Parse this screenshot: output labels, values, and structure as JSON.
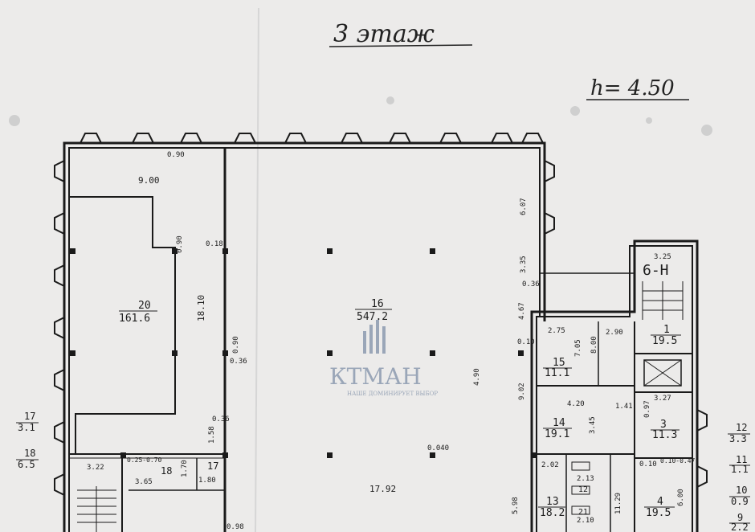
{
  "header": {
    "floor_title": "3 этаж",
    "height_label": "h= 4.50"
  },
  "watermark": {
    "brand": "КТМАН",
    "tagline": "НАШЕ ДОМИНИРУЕТ ВЫБОР"
  },
  "rooms": [
    {
      "id": "16",
      "area": "547.2"
    },
    {
      "id": "20",
      "area": "161.6"
    },
    {
      "id": "15",
      "area": "11.1"
    },
    {
      "id": "14",
      "area": "19.1"
    },
    {
      "id": "13",
      "area": "18.2"
    },
    {
      "id": "1",
      "area": "19.5"
    },
    {
      "id": "3",
      "area": "11.3"
    },
    {
      "id": "4",
      "area": "19.5"
    },
    {
      "id": "18",
      "area": ""
    },
    {
      "id": "17",
      "area": ""
    },
    {
      "id": "12",
      "area": ""
    },
    {
      "id": "21",
      "area": ""
    }
  ],
  "stair_label": "6-Н",
  "side_left": [
    {
      "id": "17",
      "area": "3.1"
    },
    {
      "id": "18",
      "area": "6.5"
    }
  ],
  "side_right": [
    {
      "id": "12",
      "area": "3.3"
    },
    {
      "id": "11",
      "area": "1.1"
    },
    {
      "id": "10",
      "area": "0.9"
    },
    {
      "id": "9",
      "area": "2.2"
    }
  ],
  "dimensions": {
    "top_090": "0.90",
    "d900": "9.00",
    "d090b": "0.90",
    "d018": "0.18",
    "d1810": "18.10",
    "d090c": "0.90",
    "d036": "0.36",
    "d607": "6.07",
    "d335": "3.35",
    "d036b": "0.36",
    "d467": "4.67",
    "d0490": "4.90",
    "d092": "9.02",
    "d0040": "0.040",
    "d1792": "17.92",
    "d322": "3.22",
    "d025": "0.25-0.70",
    "d365": "3.65",
    "d180": "1.80",
    "d170": "1.70",
    "d036c": "0.36",
    "d158": "1.58",
    "d275": "2.75",
    "d290": "2.90",
    "d705": "7.05",
    "d800": "8.00",
    "d010": "0.10",
    "d420": "4.20",
    "d141": "1.41",
    "d345": "3.45",
    "d327": "3.27",
    "d325": "3.25",
    "d202": "2.02",
    "d213": "2.13",
    "d210": "2.10",
    "d598": "5.98",
    "d600": "6.00",
    "d1129": "11.29",
    "d098": "0.98",
    "d097": "0.97",
    "d010b": "0.10",
    "d010c": "0.10-0.47"
  }
}
